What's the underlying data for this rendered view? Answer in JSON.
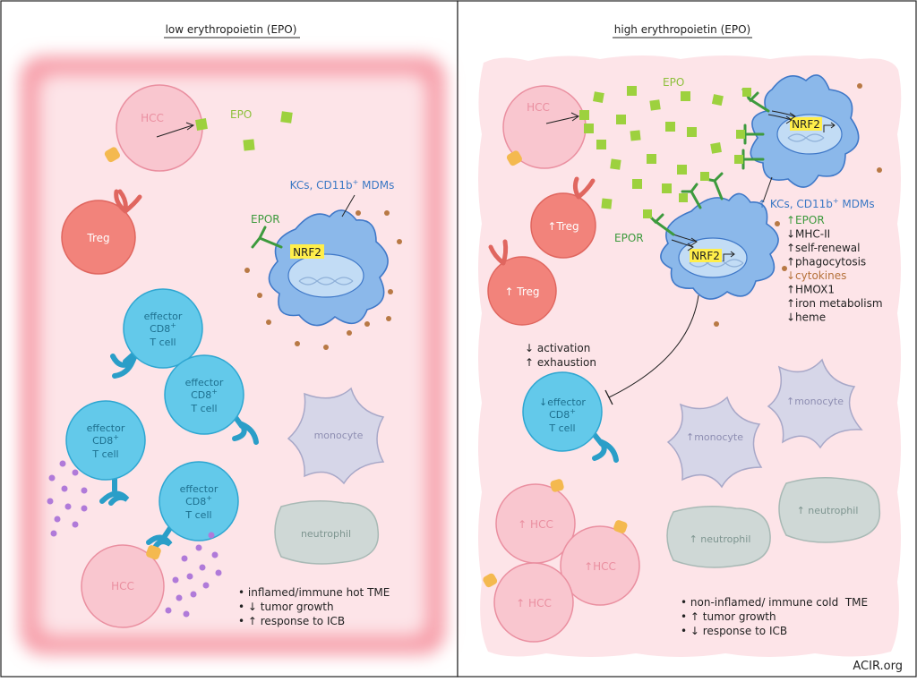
{
  "left_panel": {
    "title": "low erythropoietin (EPO)",
    "epo_label": "EPO",
    "epor_label": "EPOR",
    "kc_label": "KCs, CD11b",
    "kc_sup": "+",
    "kc_label_tail": " MDMs",
    "nrf2_label": "NRF2",
    "hcc_label": "HCC",
    "treg_label": "Treg",
    "effector_line1": "effector",
    "effector_line2": "CD8",
    "effector_sup": "+",
    "effector_line3": "T cell",
    "monocyte_label": "monocyte",
    "neutrophil_label": "neutrophil",
    "outcomes": [
      "• inflamed/immune hot TME",
      "• ↓ tumor growth",
      "• ↑ response to ICB"
    ]
  },
  "right_panel": {
    "title": "high erythropoietin (EPO)",
    "epo_label": "EPO",
    "epor_label": "EPOR",
    "kc_label": "↑ KCs, CD11b",
    "kc_sup": "+",
    "kc_label_tail": " MDMs",
    "nrf2_label": "NRF2",
    "hcc_label": "HCC",
    "hcc_up_label": "↑ HCC",
    "hcc_up_label_alt": "↑HCC",
    "treg_up_label": "↑Treg",
    "treg_up_label_alt": "↑ Treg",
    "effector_line1": "↓effector",
    "effector_line2": "CD8",
    "effector_sup": "+",
    "effector_line3": "T cell",
    "monocyte_up_label": "↑monocyte",
    "neutrophil_up_label": "↑ neutrophil",
    "neutrophil_up_label_alt": "↑ neutrophil",
    "changes": [
      {
        "text": "↑EPOR",
        "color": "#3d9a3d"
      },
      {
        "text": "↓MHC-II",
        "color": "#222222"
      },
      {
        "text": "↑self-renewal",
        "color": "#222222"
      },
      {
        "text": "↑phagocytosis",
        "color": "#222222"
      },
      {
        "text": "↓cytokines",
        "color": "#b5713a"
      },
      {
        "text": "↑HMOX1",
        "color": "#222222"
      },
      {
        "text": "↑iron metabolism",
        "color": "#222222"
      },
      {
        "text": "↓heme",
        "color": "#222222"
      }
    ],
    "tcell_effects": [
      "↓ activation",
      "↑ exhaustion"
    ],
    "outcomes": [
      "• non-inflamed/ immune cold  TME",
      "• ↑ tumor growth",
      "• ↓ response to ICB"
    ]
  },
  "credit": "ACIR.org",
  "colors": {
    "background_tissue": "#fde4e8",
    "hot_glow": "#f7a3ad",
    "hcc_fill": "#f9c6cf",
    "hcc_stroke": "#ea8fa0",
    "treg_fill": "#f2837b",
    "treg_stroke": "#e0665f",
    "effector_fill": "#63c9ea",
    "effector_stroke": "#2ea6d1",
    "receptor": "#2a9ec8",
    "kc_fill": "#8bb8ea",
    "kc_stroke": "#3f78c8",
    "nucleus": "#c2dcf5",
    "nrf2_bg": "#ffee4a",
    "epo_square": "#9dd13e",
    "dots_brown": "#b87945",
    "dots_purple": "#b07ad9",
    "monocyte_fill": "#d6d6e8",
    "monocyte_stroke": "#a8a8c8",
    "neutrophil_fill": "#cfd8d6",
    "neutrophil_stroke": "#a8b9b5",
    "hcc_marker": "#f4b94f",
    "text_label_blue": "#3b78c4",
    "text_epo_green": "#8dc03c"
  }
}
